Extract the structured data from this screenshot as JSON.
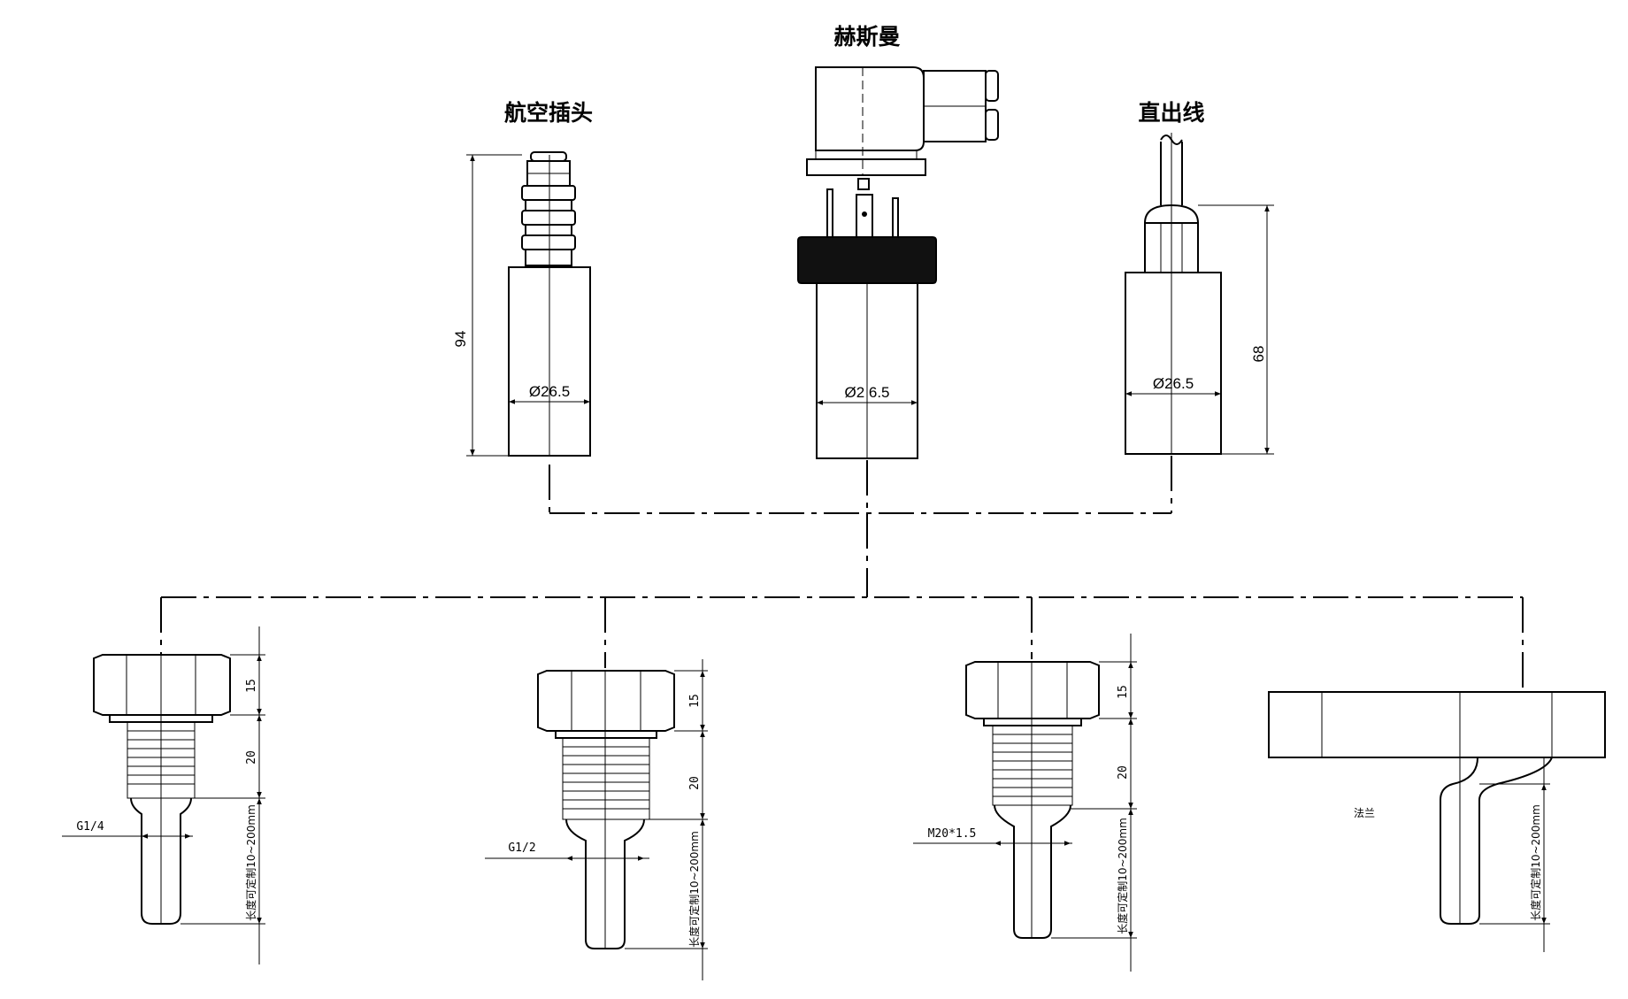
{
  "connectors": {
    "aviation_plug": {
      "title": "航空插头",
      "height": "94",
      "diameter": "Ø26.5"
    },
    "hirschmann": {
      "title": "赫斯曼",
      "diameter": "Ø2 6.5"
    },
    "direct_cable": {
      "title": "直出线",
      "height": "68",
      "diameter": "Ø26.5"
    }
  },
  "probes": {
    "g14": {
      "thread": "G1/4",
      "hex": "15",
      "thread_len": "20",
      "length": "长度可定制10~200mm"
    },
    "g12": {
      "thread": "G1/2",
      "hex": "15",
      "thread_len": "20",
      "length": "长度可定制10~200mm"
    },
    "m20": {
      "thread": "M20*1.5",
      "hex": "15",
      "thread_len": "20",
      "length": "长度可定制10~200mm"
    },
    "flange": {
      "label": "法兰",
      "length": "长度可定制10~200mm"
    }
  }
}
